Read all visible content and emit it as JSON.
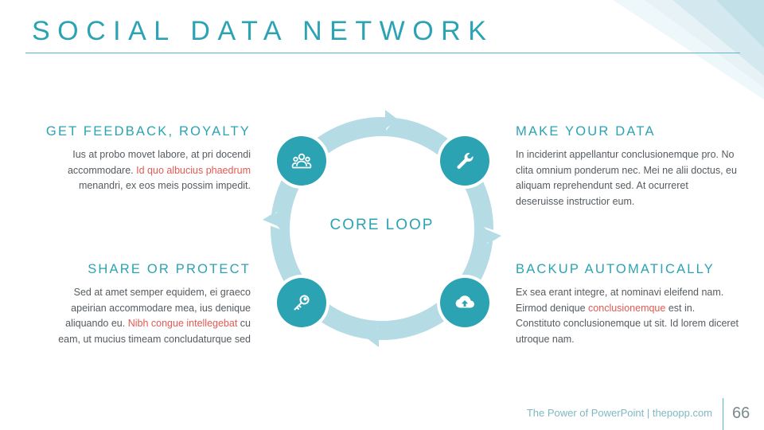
{
  "slide": {
    "title": "SOCIAL DATA NETWORK",
    "center_label": "CORE LOOP"
  },
  "blocks": {
    "top_left": {
      "heading": "GET FEEDBACK, ROYALTY",
      "text_before": "Ius at probo movet labore, at pri docendi accommodare.",
      "highlight": "Id quo albucius phaedrum",
      "text_after": "menandri, ex eos meis possim impedit."
    },
    "bottom_left": {
      "heading": "SHARE OR PROTECT",
      "text_before": "Sed at amet semper equidem, ei graeco apeirian accommodare mea, ius denique aliquando eu.",
      "highlight": "Nibh congue intellegebat",
      "text_after": "cu eam, ut mucius timeam concludaturque sed"
    },
    "top_right": {
      "heading": "MAKE YOUR DATA",
      "text": "In inciderint appellantur conclusionemque pro. No clita omnium ponderum nec. Mei ne alii doctus, eu aliquam reprehendunt sed. At ocurreret deseruisse instructior eum."
    },
    "bottom_right": {
      "heading": "BACKUP AUTOMATICALLY",
      "text_before": "Ex sea erant integre, at nominavi eleifend nam. Eirmod denique",
      "highlight": "conclusionemque",
      "text_after": "est in. Constituto conclusionemque ut sit. Id lorem diceret utroque nam."
    }
  },
  "icons": {
    "top_left": "people-group-icon",
    "top_right": "wrench-icon",
    "bottom_left": "key-icon",
    "bottom_right": "cloud-upload-icon"
  },
  "colors": {
    "accent": "#2ba3b3",
    "ring": "#b5dbe4",
    "highlight": "#e35a53",
    "body_text": "#555b60"
  },
  "footer": {
    "text": "The Power of PowerPoint | thepopp.com",
    "page_number": "66"
  }
}
